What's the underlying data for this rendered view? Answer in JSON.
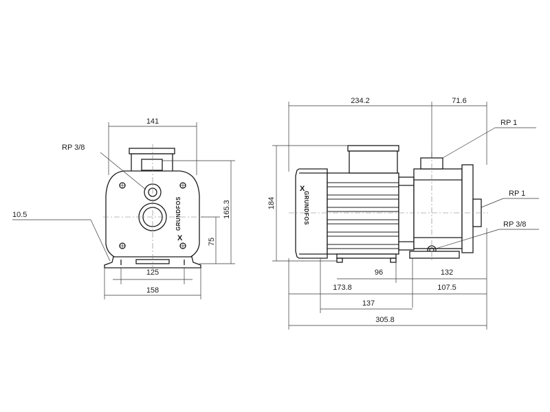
{
  "brand": {
    "logo_text": "GRUNDFOS"
  },
  "front_view": {
    "dimensions": {
      "top_width": "141",
      "total_height": "165.3",
      "shaft_height": "75",
      "bolt_spacing": "125",
      "base_width": "158",
      "foot_thickness": "10.5"
    },
    "connection_label": "RP 3/8"
  },
  "side_view": {
    "dimensions": {
      "motor_length": "234.2",
      "outlet_offset": "71.6",
      "total_height": "184",
      "foot_left": "96",
      "foot_right": "132",
      "motor_to_pump": "173.8",
      "pump_length": "107.5",
      "feet_span": "137",
      "total_length": "305.8"
    },
    "labels": {
      "outlet": "RP 1",
      "inlet": "RP 1",
      "drain": "RP 3/8"
    }
  }
}
